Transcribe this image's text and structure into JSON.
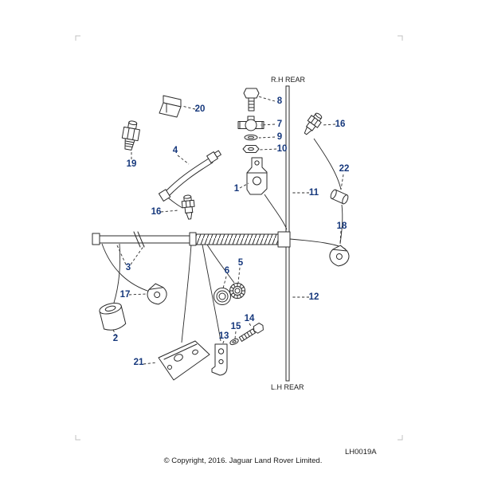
{
  "page": {
    "copyright": "© Copyright, 2016. Jaguar Land Rover Limited.",
    "drawing_code": "LH0019A"
  },
  "diagram": {
    "top_label": "R.H REAR",
    "bottom_label": "L.H REAR",
    "callout_color": "#16387c",
    "line_color": "#2b2b2b",
    "callouts": {
      "n1": "1",
      "n2": "2",
      "n3": "3",
      "n4": "4",
      "n5": "5",
      "n6": "6",
      "n7": "7",
      "n8": "8",
      "n9": "9",
      "n10": "10",
      "n11": "11",
      "n12": "12",
      "n13": "13",
      "n14": "14",
      "n15": "15",
      "n16": "16",
      "n17": "17",
      "n18": "18",
      "n19": "19",
      "n20": "20",
      "n21": "21",
      "n22": "22"
    }
  }
}
